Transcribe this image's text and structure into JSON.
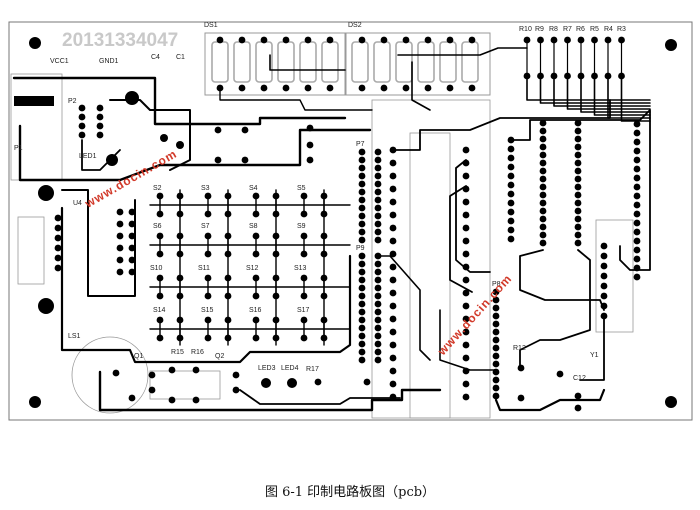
{
  "board": {
    "serial": "20131334047",
    "watermark": "www.docin.com",
    "labels": {
      "ds1": "DS1",
      "ds2": "DS2",
      "r10": "R10",
      "r9": "R9",
      "r8": "R8",
      "r7": "R7",
      "r6": "R6",
      "r5": "R5",
      "r4": "R4",
      "r3": "R3",
      "vcc1": "VCC1",
      "gnd1": "GND1",
      "c4": "C4",
      "c1": "C1",
      "p2": "P2",
      "led1": "LED1",
      "p1": "P1",
      "u4": "U4",
      "p7": "P7",
      "p9": "P9",
      "p8": "P8",
      "s2": "S2",
      "s3": "S3",
      "s4": "S4",
      "s5": "S5",
      "s6": "S6",
      "s7": "S7",
      "s8": "S8",
      "s9": "S9",
      "s10": "S10",
      "s11": "S11",
      "s12": "S12",
      "s13": "S13",
      "s14": "S14",
      "s15": "S15",
      "s16": "S16",
      "s17": "S17",
      "ls1": "LS1",
      "q1": "Q1",
      "q2": "Q2",
      "r15": "R15",
      "r16": "R16",
      "led3": "LED3",
      "led4": "LED4",
      "r17": "R17",
      "r12": "R12",
      "y1": "Y1",
      "c12": "C12"
    }
  },
  "caption": "图 6-1  印制电路板图（pcb）"
}
